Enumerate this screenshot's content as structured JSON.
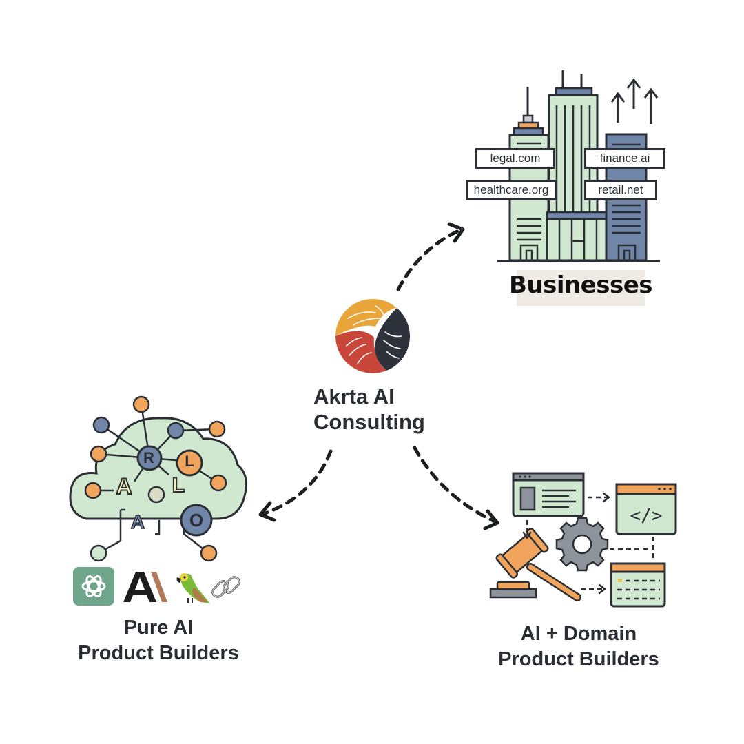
{
  "center": {
    "logo_icon": "akrta-swirl-logo",
    "title_line1": "Akrta AI",
    "title_line2": "Consulting",
    "logo_colors": {
      "top": "#e8a53a",
      "left": "#c8473a",
      "right": "#2e333b"
    }
  },
  "businesses": {
    "title": "Businesses",
    "signs": [
      "legal.com",
      "finance.ai",
      "healthcare.org",
      "retail.net"
    ],
    "icon": "city-buildings-growth-icon"
  },
  "pure_ai": {
    "title_line1": "Pure AI",
    "title_line2": "Product Builders",
    "icon": "ai-network-cloud-icon",
    "cloud_letters": [
      "R",
      "L",
      "A",
      "L",
      "A",
      "O"
    ],
    "tool_logos": [
      "openai-logo",
      "anthropic-logo",
      "parrot-logo",
      "chain-link-logo"
    ]
  },
  "domain_ai": {
    "title_line1": "AI + Domain",
    "title_line2": "Product Builders",
    "icon": "domain-workflow-icon",
    "code_glyph": "</>"
  },
  "arrows": [
    "to-businesses",
    "to-pure-ai",
    "to-domain-ai"
  ],
  "colors": {
    "green_fill": "#cfe8cf",
    "blue_fill": "#6f86a8",
    "orange_fill": "#f0a45c",
    "outline": "#2b2f35",
    "gray": "#8d939b"
  }
}
